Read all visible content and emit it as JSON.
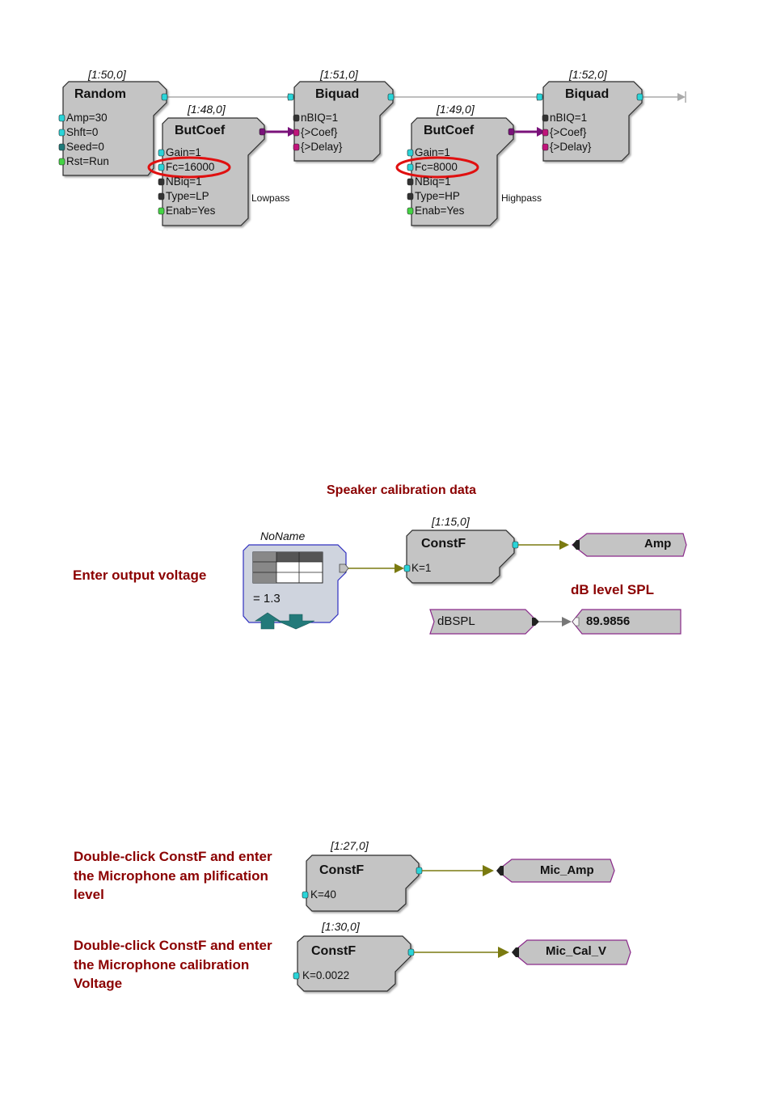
{
  "circuit1": {
    "random": {
      "index": "[1:50,0]",
      "title": "Random",
      "params": [
        "Amp=30",
        "Shft=0",
        "Seed=0",
        "Rst=Run"
      ]
    },
    "butcoef_lp": {
      "index": "[1:48,0]",
      "title": "ButCoef",
      "params": [
        "Gain=1",
        "Fc=16000",
        "NBiq=1",
        "Type=LP",
        "Enab=Yes"
      ],
      "note": "Lowpass"
    },
    "biquad1": {
      "index": "[1:51,0]",
      "title": "Biquad",
      "params": [
        "nBIQ=1",
        "{>Coef}",
        "{>Delay}"
      ]
    },
    "butcoef_hp": {
      "index": "[1:49,0]",
      "title": "ButCoef",
      "params": [
        "Gain=1",
        "Fc=8000",
        "NBiq=1",
        "Type=HP",
        "Enab=Yes"
      ],
      "note": "Highpass"
    },
    "biquad2": {
      "index": "[1:52,0]",
      "title": "Biquad",
      "params": [
        "nBIQ=1",
        "{>Coef}",
        "{>Delay}"
      ]
    }
  },
  "circuit2": {
    "heading": "Speaker calibration data",
    "enter_label": "Enter output voltage",
    "table": {
      "name": "NoName",
      "value": "= 1.3"
    },
    "constf": {
      "index": "[1:15,0]",
      "title": "ConstF",
      "param": "K=1"
    },
    "amp_tag": "Amp",
    "db_label": "dB level SPL",
    "dbspl_tag": "dBSPL",
    "display_value": "89.9856"
  },
  "circuit3": {
    "instr1": "Double-click ConstF and enter the Microphone am plification level",
    "constf1": {
      "index": "[1:27,0]",
      "title": "ConstF",
      "param": "K=40"
    },
    "tag1": "Mic_Amp",
    "instr2": "Double-click ConstF and enter the Microphone calibration Voltage",
    "constf2": {
      "index": "[1:30,0]",
      "title": "ConstF",
      "param": "K=0.0022"
    },
    "tag2": "Mic_Cal_V"
  },
  "colors": {
    "component_fill": "#c4c4c4",
    "port_cyan": "#2ad4d8",
    "port_green": "#44d444",
    "port_dark": "#333333",
    "port_teal": "#1f7a7a",
    "port_magenta": "#c0147a",
    "wire_purple": "#7a127a",
    "wire_gray": "#aaaaaa",
    "wire_olive": "#7a7a10",
    "highlight_red": "#e01010",
    "text_darkred": "#8b0000",
    "tag_border": "#8a2a8a",
    "teal_arrow": "#237a7a"
  }
}
